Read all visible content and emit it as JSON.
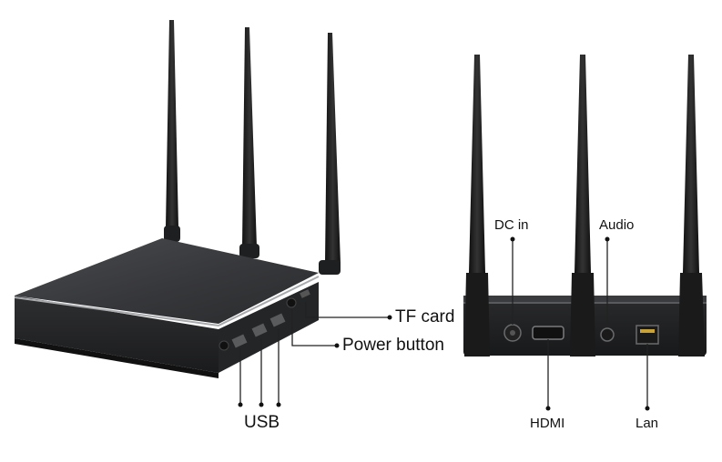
{
  "labels": {
    "tf_card": "TF card",
    "power_button": "Power button",
    "usb": "USB",
    "dc_in": "DC in",
    "audio": "Audio",
    "hdmi": "HDMI",
    "lan": "Lan"
  },
  "colors": {
    "background": "#ffffff",
    "device_body": "#2b2c2e",
    "device_top": "#3a3b3e",
    "trim": "#a8aaad",
    "antenna": "#1c1c1e",
    "callout_line": "#222222"
  }
}
